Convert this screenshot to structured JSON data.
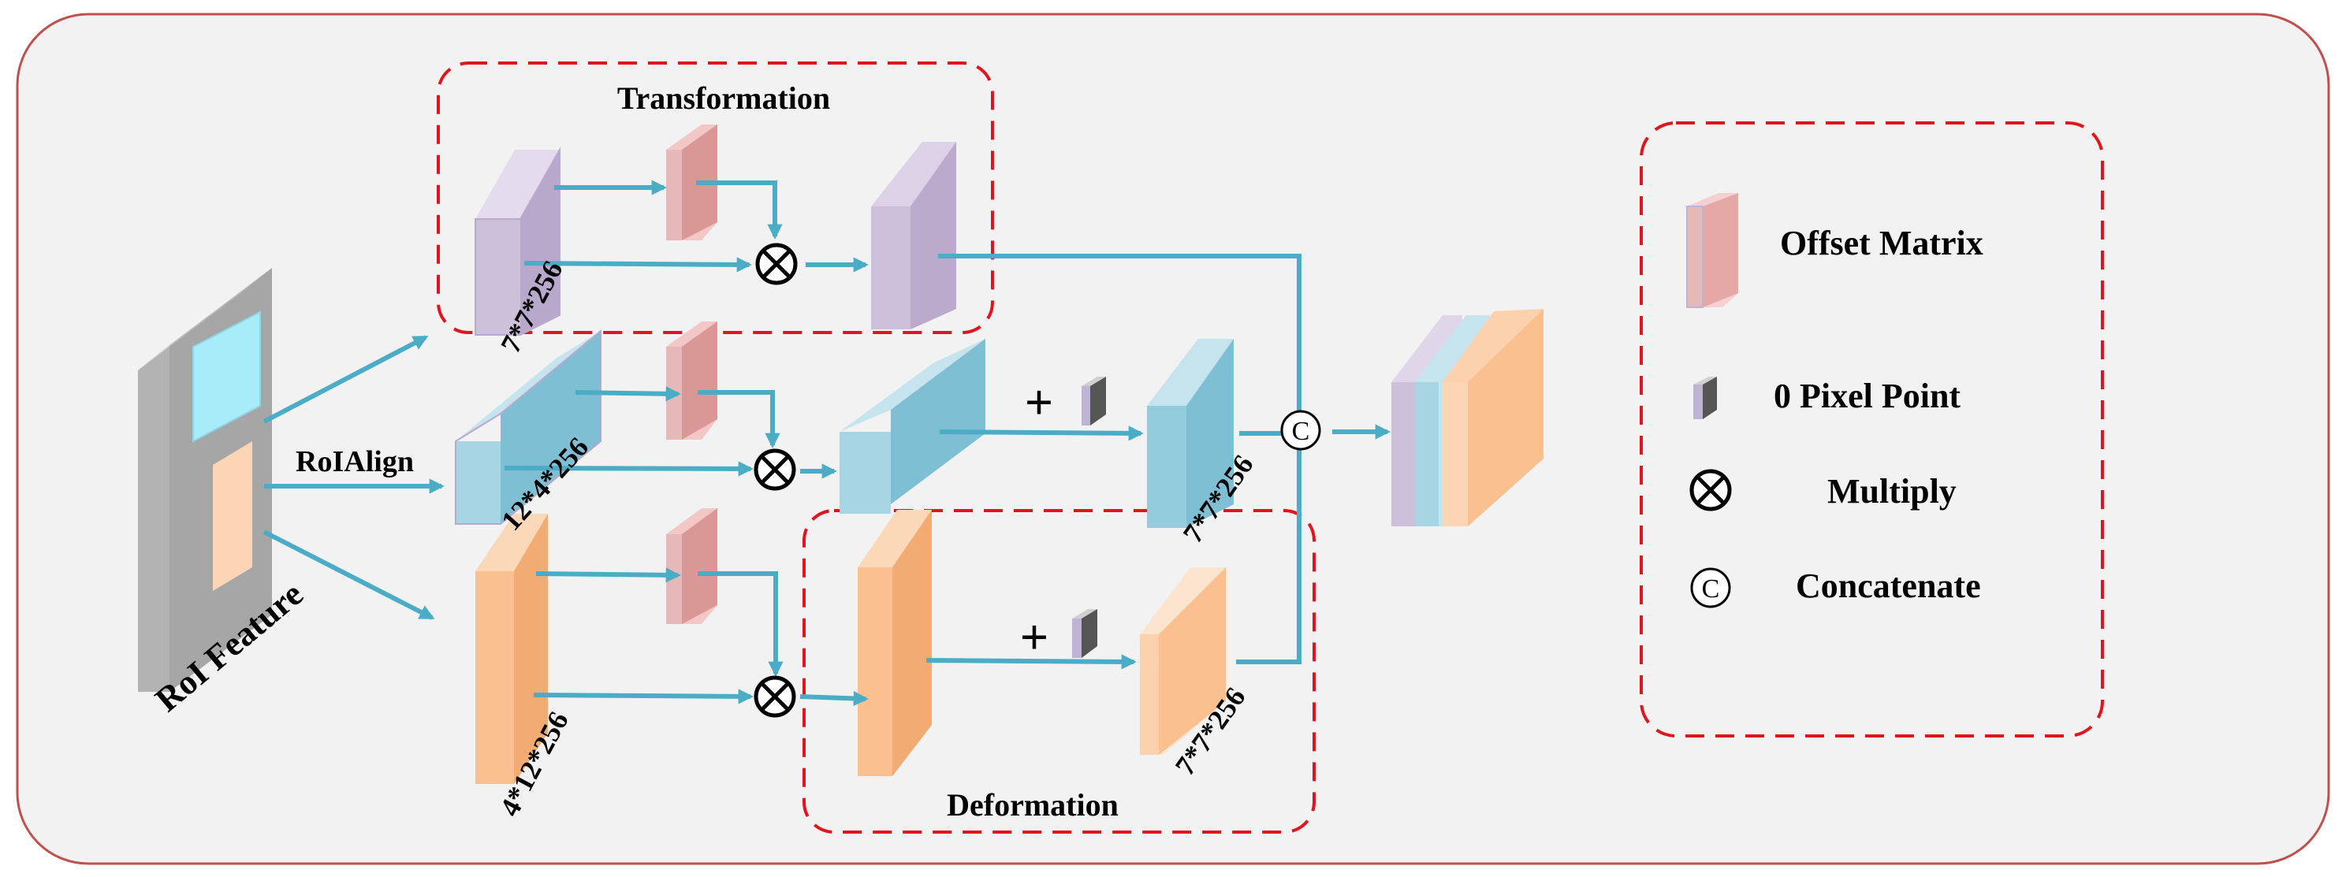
{
  "labels": {
    "transformation": "Transformation",
    "deformation": "Deformation",
    "roialign": "RoIAlign",
    "roi_feature": "RoI Feature",
    "dim_top_input": "7*7*256",
    "dim_mid_input": "12*4*256",
    "dim_bot_input": "4*12*256",
    "dim_mid_output": "7*7*256",
    "dim_bot_output": "7*7*256",
    "plus_mid": "+",
    "plus_bot": "+"
  },
  "legend": {
    "offset_matrix": "Offset Matrix",
    "pixel_point": "0 Pixel Point",
    "multiply": "Multiply",
    "concatenate": "Concatenate"
  },
  "colors": {
    "background": "#f2f2f2",
    "outer_border": "#c0504d",
    "dashed_box": "#e0161e",
    "arrow": "#4bacc6",
    "purple": "#ccc0da",
    "blue": "#93cddd",
    "orange": "#fac090",
    "pink": "#e6b9b8",
    "gray": "#a6a6a6"
  }
}
